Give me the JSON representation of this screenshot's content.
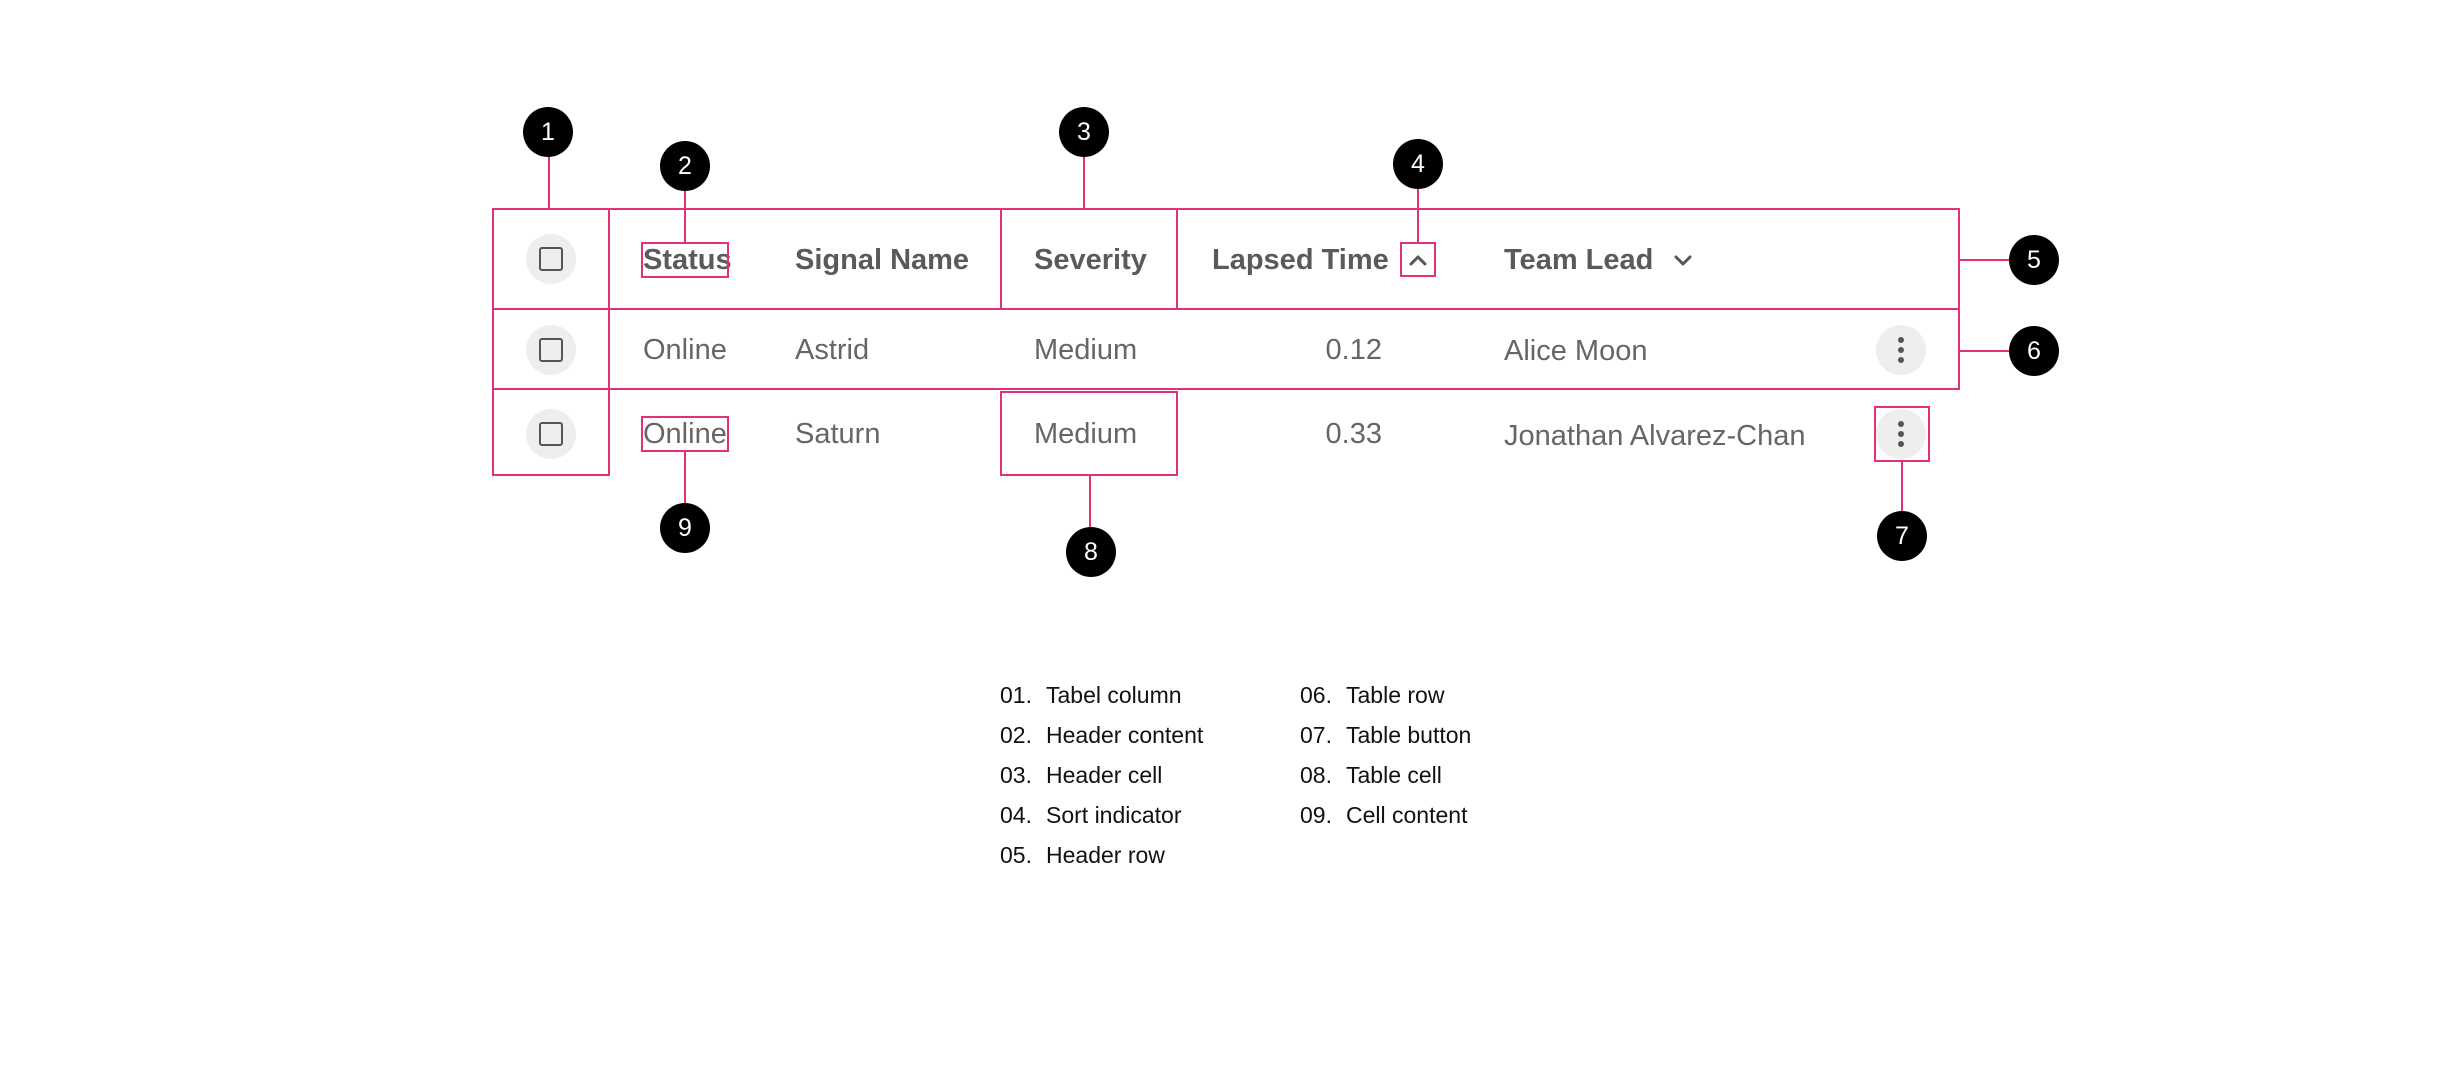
{
  "table": {
    "headers": {
      "status": "Status",
      "signal_name": "Signal Name",
      "severity": "Severity",
      "lapsed_time": "Lapsed Time",
      "team_lead": "Team Lead"
    },
    "rows": [
      {
        "status": "Online",
        "signal_name": "Astrid",
        "severity": "Medium",
        "lapsed_time": "0.12",
        "team_lead": "Alice Moon"
      },
      {
        "status": "Online",
        "signal_name": "Saturn",
        "severity": "Medium",
        "lapsed_time": "0.33",
        "team_lead": "Jonathan Alvarez-Chan"
      }
    ]
  },
  "badges": [
    "1",
    "2",
    "3",
    "4",
    "5",
    "6",
    "7",
    "8",
    "9"
  ],
  "legend": [
    {
      "num": "01.",
      "label": "Tabel column"
    },
    {
      "num": "02.",
      "label": "Header content"
    },
    {
      "num": "03.",
      "label": "Header cell"
    },
    {
      "num": "04.",
      "label": "Sort indicator"
    },
    {
      "num": "05.",
      "label": "Header row"
    },
    {
      "num": "06.",
      "label": "Table row"
    },
    {
      "num": "07.",
      "label": "Table button"
    },
    {
      "num": "08.",
      "label": "Table cell"
    },
    {
      "num": "09.",
      "label": "Cell content"
    }
  ],
  "icons": {
    "checkbox": "checkbox-icon",
    "sort": "chevron-up-icon",
    "dropdown": "chevron-down-icon",
    "more": "more-vertical-icon"
  },
  "colors": {
    "annotation": "#e3307a",
    "badge": "#000000",
    "button_bg": "#eeeeee"
  }
}
